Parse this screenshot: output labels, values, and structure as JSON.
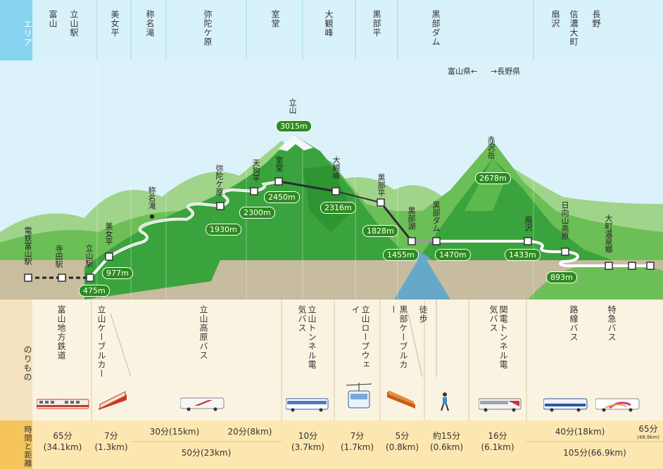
{
  "area_header": {
    "label": "エリア",
    "areas": [
      "富山",
      "立山駅",
      "美女平",
      "称名滝",
      "弥陀ケ原",
      "室堂",
      "大観峰",
      "黒部平",
      "黒部ダム",
      "扇沢",
      "信濃大町",
      "長野"
    ]
  },
  "prefecture_border": {
    "left": "富山県←",
    "right": "→長野県"
  },
  "stations": [
    {
      "name": "電鉄富山駅"
    },
    {
      "name": "寺田駅"
    },
    {
      "name": "立山駅",
      "elevation": "475m"
    },
    {
      "name": "美女平",
      "elevation": "977m"
    },
    {
      "name": "称名滝"
    },
    {
      "name": "弥陀ケ原",
      "elevation": "1930m"
    },
    {
      "name": "天狗平",
      "elevation": "2300m"
    },
    {
      "name": "室堂",
      "elevation": "2450m"
    },
    {
      "name": "大観峰",
      "elevation": "2316m"
    },
    {
      "name": "黒部平",
      "elevation": "1828m"
    },
    {
      "name": "黒部湖",
      "elevation": "1455m"
    },
    {
      "name": "黒部ダム",
      "elevation": "1470m"
    },
    {
      "name": "扇沢",
      "elevation": "1433m"
    },
    {
      "name": "日向山高原",
      "elevation": "893m"
    },
    {
      "name": "大町温泉郷"
    }
  ],
  "peaks": [
    {
      "name": "立山",
      "elevation": "3015m"
    },
    {
      "name": "赤沢岳",
      "elevation": "2678m"
    }
  ],
  "vehicles_header": {
    "label": "のりもの"
  },
  "vehicles": [
    {
      "name": "富山地方鉄道"
    },
    {
      "name": "立山ケーブルカー"
    },
    {
      "name": "立山高原バス"
    },
    {
      "name": "立山トンネル電気バス"
    },
    {
      "name": "立山ロープウェイ"
    },
    {
      "name": "黒部ケーブルカー"
    },
    {
      "name": "徒歩"
    },
    {
      "name": "関電トンネル電気バス"
    },
    {
      "name": "路線バス"
    },
    {
      "name": "特急バス"
    }
  ],
  "time_header": {
    "label": "時間と距離"
  },
  "times": [
    {
      "time": "65分",
      "dist": "(34.1km)"
    },
    {
      "time": "7分",
      "dist": "(1.3km)"
    },
    {
      "time": "30分(15km)"
    },
    {
      "time": "20分(8km)"
    },
    {
      "time": "50分(23km)"
    },
    {
      "time": "10分",
      "dist": "(3.7km)"
    },
    {
      "time": "7分",
      "dist": "(1.7km)"
    },
    {
      "time": "5分",
      "dist": "(0.8km)"
    },
    {
      "time": "約15分",
      "dist": "(0.6km)"
    },
    {
      "time": "16分",
      "dist": "(6.1km)"
    },
    {
      "time": "40分(18km)"
    },
    {
      "time": "65分",
      "dist": "(48.9km)"
    },
    {
      "time": "105分(66.9km)"
    }
  ],
  "colors": {
    "header_bg": "#cdeef8",
    "header_label_bg": "#7fd0ef",
    "sky": "#d8f1fb",
    "mountain_dark": "#2f9a35",
    "mountain_light": "#7fc96a",
    "route_line": "#333333",
    "elevation_badge": "#2e8b1f",
    "vehicle_bg": "#fbf3e1",
    "time_bg": "#fde4a6",
    "time_label_bg": "#f5c55c"
  }
}
